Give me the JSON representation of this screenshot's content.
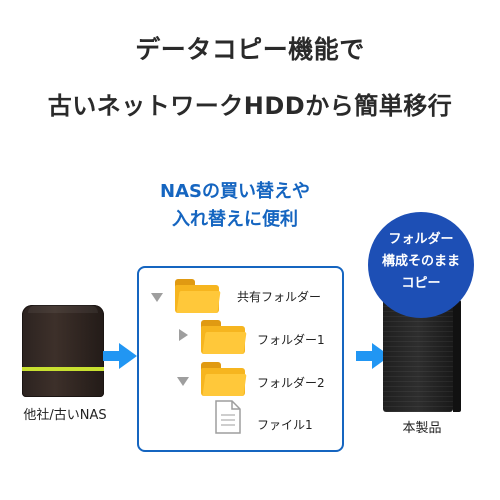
{
  "headline": {
    "line1": "データコピー機能で",
    "line2": "古いネットワークHDDから簡単移行"
  },
  "caption": {
    "line1": "NASの買い替えや",
    "line2": "入れ替えに便利"
  },
  "source_device": {
    "label": "他社/古いNAS"
  },
  "target_device": {
    "label": "本製品"
  },
  "badge": {
    "line1": "フォルダー",
    "line2": "構成そのまま",
    "line3": "コピー"
  },
  "tree": {
    "items": [
      {
        "label": "共有フォルダー",
        "type": "folder",
        "expanded": true
      },
      {
        "label": "フォルダー1",
        "type": "folder",
        "expanded": false
      },
      {
        "label": "フォルダー2",
        "type": "folder",
        "expanded": true
      },
      {
        "label": "ファイル1",
        "type": "file"
      }
    ]
  },
  "colors": {
    "accent_blue": "#1565c0",
    "badge_blue": "#1d4fb5",
    "arrow_blue": "#2196f3",
    "folder_yellow": "#f6b51f",
    "led_green": "#c8e030"
  },
  "icons": [
    "folder-icon",
    "file-icon",
    "expand-triangle-icon",
    "collapse-triangle-icon",
    "arrow-icon"
  ]
}
